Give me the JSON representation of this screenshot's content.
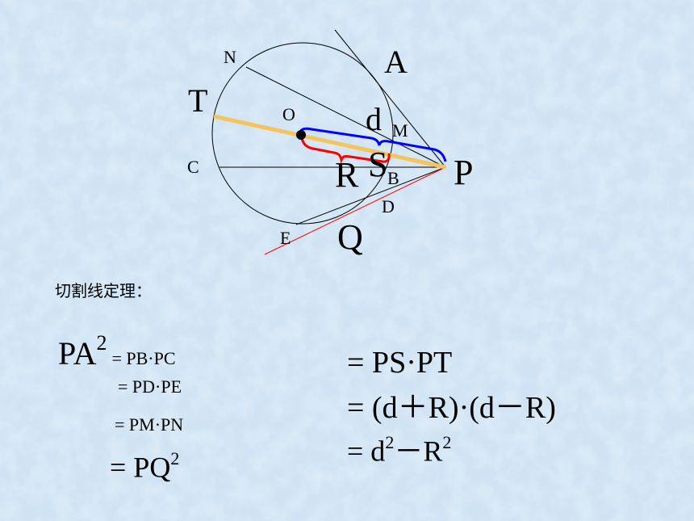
{
  "diagram": {
    "points": {
      "A": "A",
      "N": "N",
      "T": "T",
      "O": "O",
      "d": "d",
      "M": "M",
      "C": "C",
      "S": "S",
      "R": "R",
      "B": "B",
      "P": "P",
      "D": "D",
      "E": "E",
      "Q": "Q"
    }
  },
  "theorem": {
    "title": "切割线定理：",
    "left": {
      "pa": "PA",
      "pa_exp": "2",
      "pa_rhs": "= PB·PC",
      "line2": "= PD·PE",
      "line3": "= PM·PN",
      "pq": "= PQ",
      "pq_exp": "2"
    },
    "right": {
      "line1": "= PS·PT",
      "line2": "= (d＋R)·(d－R)",
      "line3_a": "= d",
      "line3_exp1": "2",
      "line3_b": "－R",
      "line3_exp2": "2"
    }
  },
  "colors": {
    "background": "#cfe3f4",
    "secant_PT": "#f5c45e",
    "distance_d": "#0000ff",
    "radius_R": "#ff0000",
    "tangent_PQ": "#ff0000"
  }
}
